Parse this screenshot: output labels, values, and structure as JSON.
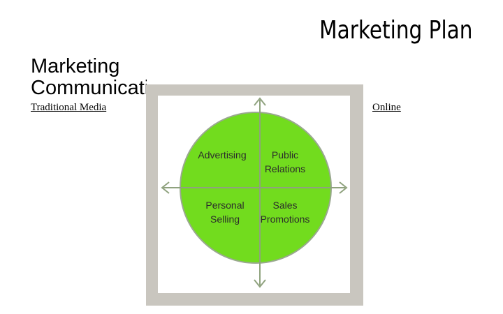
{
  "slide": {
    "title": "Marketing Plan",
    "subtitle_line1": "Marketing",
    "subtitle_line2": "Communications",
    "left_label": "Traditional Media",
    "right_label": "Online"
  },
  "diagram": {
    "quadrants": {
      "top_left": [
        "Advertising"
      ],
      "top_right": [
        "Public",
        "Relations"
      ],
      "bottom_left": [
        "Personal",
        "Selling"
      ],
      "bottom_right": [
        "Sales",
        "Promotions"
      ]
    },
    "colors": {
      "circle_fill": "#72dc1e",
      "circle_stroke": "#9aa890",
      "arrow": "#8fa27e",
      "frame": "#c9c6bf"
    }
  }
}
